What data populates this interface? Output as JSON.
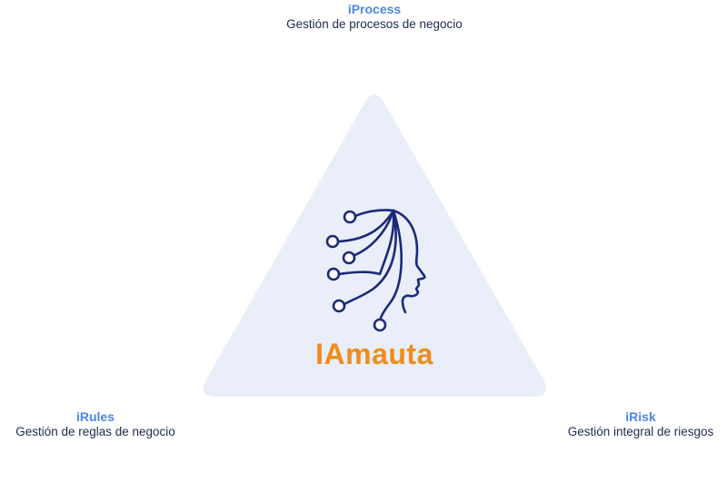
{
  "colors": {
    "title_blue": "#4a86e8",
    "text_navy": "#1f2a4d",
    "triangle_fill": "#e9eef9",
    "logo_stroke": "#1c2a78",
    "brand_orange": "#f08c1a"
  },
  "nodes": {
    "top": {
      "title": "iProcess",
      "subtitle": "Gestión de procesos de negocio"
    },
    "left": {
      "title": "iRules",
      "subtitle": "Gestión de reglas de negocio"
    },
    "right": {
      "title": "iRisk",
      "subtitle": "Gestión integral de riesgos"
    }
  },
  "center": {
    "brand": "IAmauta",
    "icon": "ai-head-circuit-icon"
  }
}
